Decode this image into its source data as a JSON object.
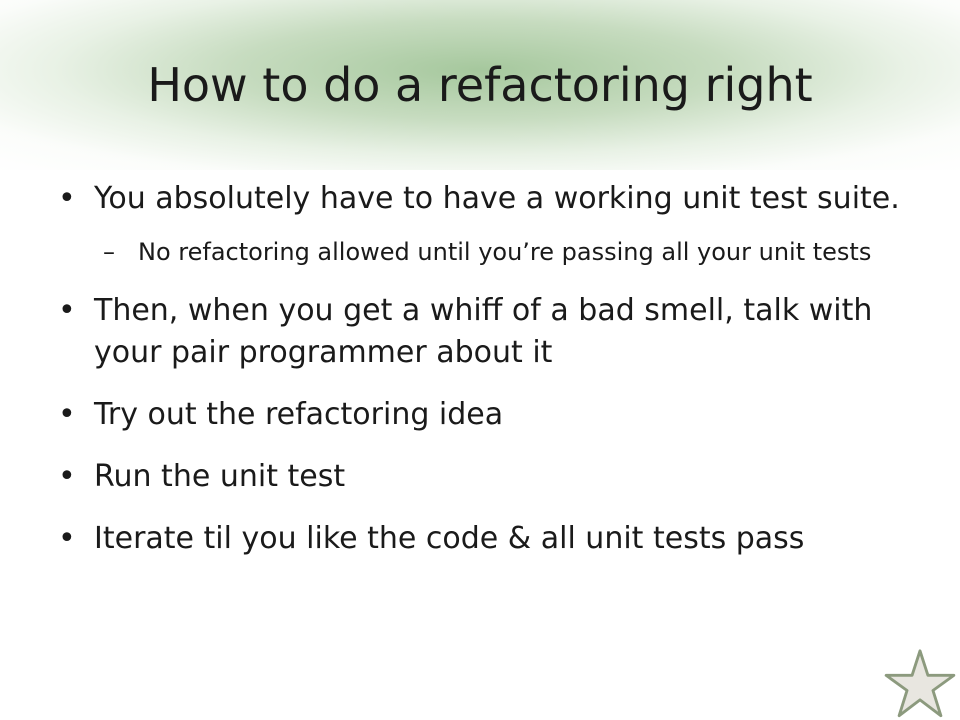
{
  "slide": {
    "title": "How to do a refactoring right",
    "bullet_marker": "•",
    "sub_marker": "–",
    "bullets": [
      {
        "text": "You absolutely have to have a working unit test suite.",
        "subs": [
          "No refactoring allowed until you’re passing all your unit tests"
        ]
      },
      {
        "text": "Then, when you get a whiff of a bad smell, talk with your pair programmer about it"
      },
      {
        "text": "Try out the refactoring idea"
      },
      {
        "text": "Run the unit test"
      },
      {
        "text": "Iterate til you like the code & all unit tests pass"
      }
    ]
  },
  "theme": {
    "title_glow_color": "#9bbf8f",
    "star_fill": "#e8e6e0",
    "star_stroke": "#8c9a7e"
  },
  "icons": {
    "corner": "star-icon"
  }
}
